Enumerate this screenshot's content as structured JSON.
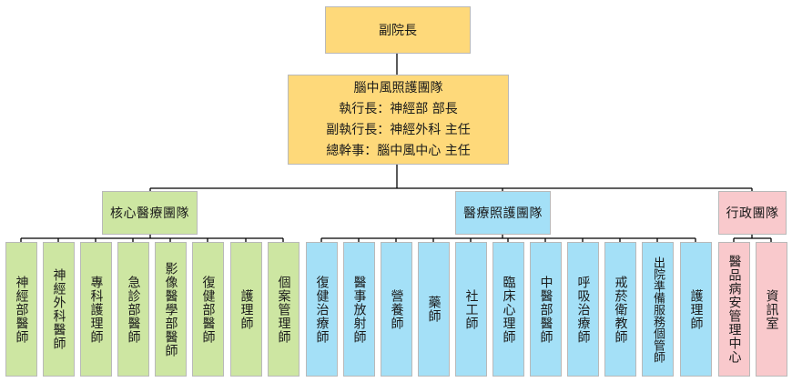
{
  "vice_president": "副院長",
  "stroke_team": {
    "title": "腦中風照護團隊",
    "lines": [
      "執行長：神經部 部長",
      "副執行長：神經外科 主任",
      "總幹事：腦中風中心 主任"
    ]
  },
  "teams": [
    {
      "name": "核心醫療團隊",
      "members": [
        "神經部醫師",
        "神經外科醫師",
        "專科護理師",
        "急診部醫師",
        "影像醫學部醫師",
        "復健部醫師",
        "護理師",
        "個案管理師"
      ]
    },
    {
      "name": "醫療照護團隊",
      "members": [
        "復健治療師",
        "醫事放射師",
        "營養師",
        "藥師",
        "社工師",
        "臨床心理師",
        "中醫部醫師",
        "呼吸治療師",
        "戒菸衛教師",
        "出院準備服務個管師",
        "護理師"
      ]
    },
    {
      "name": "行政團隊",
      "members": [
        "醫品病安管理中心",
        "資訊室"
      ]
    }
  ],
  "colors": {
    "management": "#fed97a",
    "core_team": "#cde6a2",
    "care_team": "#a4e0f7",
    "admin_team": "#f9c9cc"
  }
}
